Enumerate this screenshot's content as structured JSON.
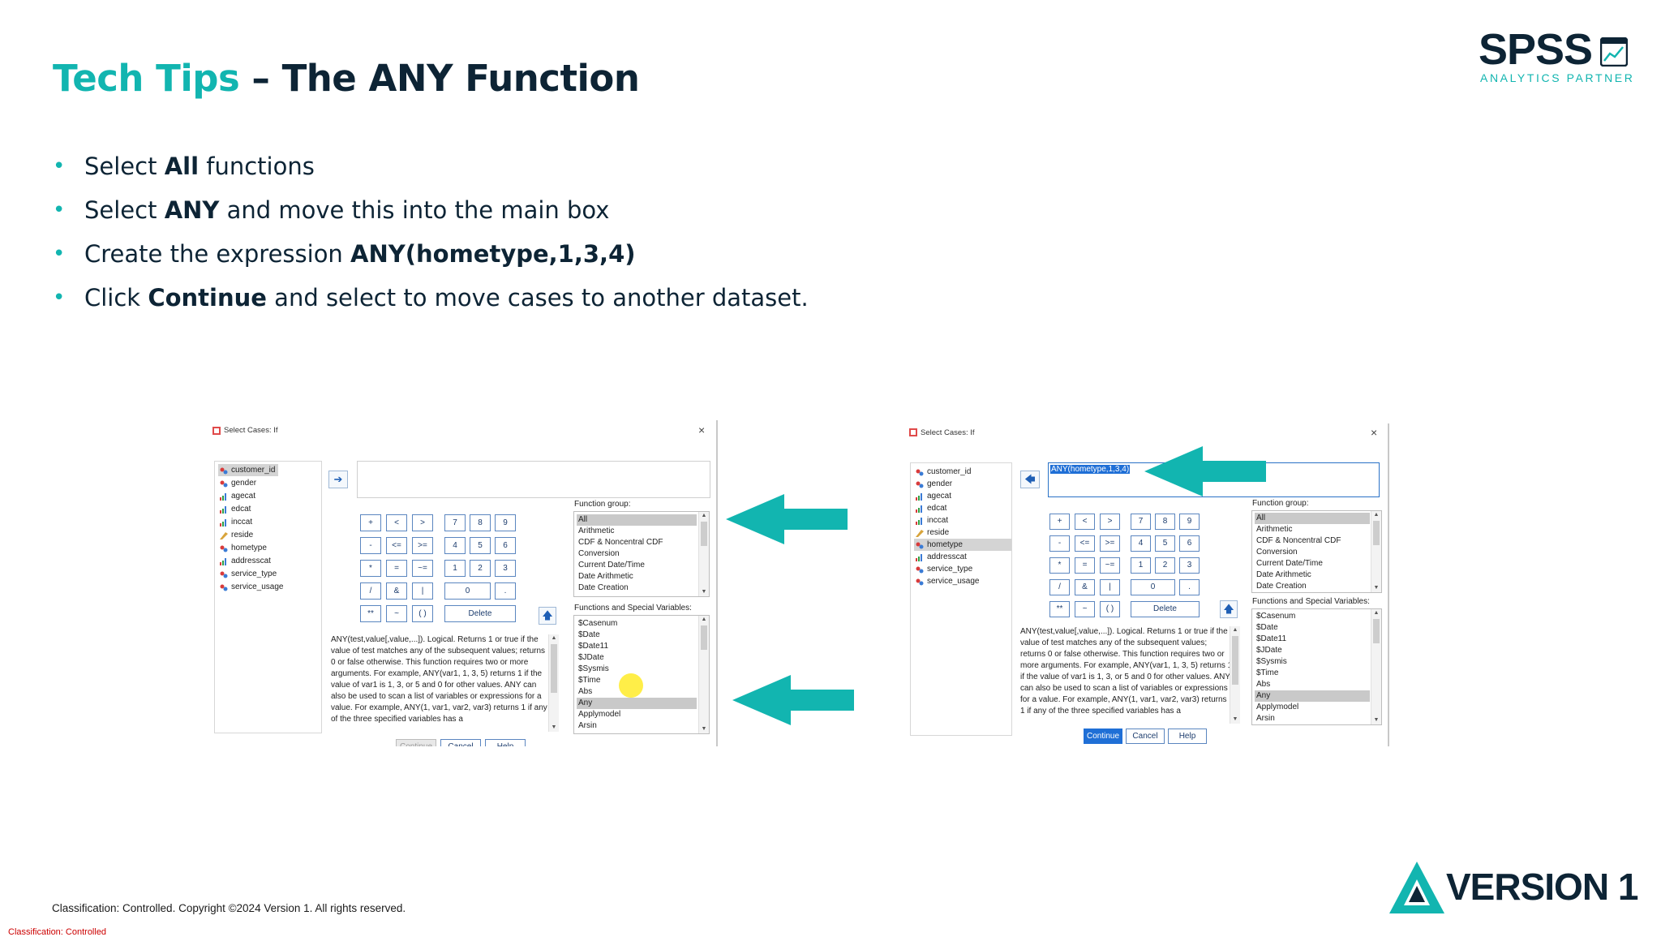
{
  "slide": {
    "title_accent": "Tech Tips",
    "title_rest": " – The ANY Function",
    "bullets": [
      {
        "pre": "Select ",
        "bold": "All",
        "post": " functions"
      },
      {
        "pre": "Select ",
        "bold": "ANY",
        "post": " and move this into the main box"
      },
      {
        "pre": "Create the expression ",
        "bold": "ANY(hometype,1,3,4)",
        "post": ""
      },
      {
        "pre": "Click ",
        "bold": "Continue",
        "post": " and select to move cases to another dataset."
      }
    ],
    "footer_copyright": "Classification: Controlled. Copyright ©2024 Version 1. All rights reserved.",
    "footer_classification": "Classification: Controlled",
    "colors": {
      "accent": "#12b5b0",
      "navy": "#0d2435",
      "classification_red": "#cc0000"
    }
  },
  "logos": {
    "spss": {
      "word": "SPSS",
      "sub": "ANALYTICS PARTNER"
    },
    "version1": {
      "word": "VERSION 1"
    }
  },
  "dialog_common": {
    "title": "Select Cases: If",
    "close": "×",
    "variables": [
      "customer_id",
      "gender",
      "agecat",
      "edcat",
      "inccat",
      "reside",
      "hometype",
      "addresscat",
      "service_type",
      "service_usage"
    ],
    "variable_icons": [
      "nominal-icon",
      "nominal-icon",
      "ordinal-icon",
      "ordinal-icon",
      "ordinal-icon",
      "scale-icon",
      "nominal-icon",
      "ordinal-icon",
      "nominal-icon",
      "nominal-icon"
    ],
    "keypad": {
      "row1": [
        "+",
        "<",
        ">",
        "7",
        "8",
        "9"
      ],
      "row2": [
        "-",
        "<=",
        ">=",
        "4",
        "5",
        "6"
      ],
      "row3": [
        "*",
        "=",
        "~=",
        "1",
        "2",
        "3"
      ],
      "row4": [
        "/",
        "&",
        "|",
        "0",
        "."
      ],
      "row5": [
        "**",
        "~",
        "( )",
        "Delete"
      ]
    },
    "function_group_label": "Function group:",
    "function_groups": [
      "All",
      "Arithmetic",
      "CDF & Noncentral CDF",
      "Conversion",
      "Current Date/Time",
      "Date Arithmetic",
      "Date Creation"
    ],
    "functions_label": "Functions and Special Variables:",
    "functions": [
      "$Casenum",
      "$Date",
      "$Date11",
      "$JDate",
      "$Sysmis",
      "$Time",
      "Abs",
      "Any",
      "Applymodel",
      "Arsin"
    ],
    "description": "ANY(test,value[,value,...]). Logical. Returns 1 or true if the value of test matches any of the subsequent values; returns 0 or false otherwise. This function requires two or more arguments. For example, ANY(var1, 1, 3, 5) returns 1 if the value of var1 is 1, 3, or 5 and 0 for other values. ANY can also be used to scan a list of variables or expressions for a value. For example, ANY(1, var1, var2, var3) returns 1 if any of the three specified variables has a",
    "buttons": {
      "continue": "Continue",
      "cancel": "Cancel",
      "help": "Help"
    }
  },
  "dialog_left": {
    "expression": "",
    "selected_variable": "customer_id",
    "selected_group": "All",
    "selected_function": "Any"
  },
  "dialog_right": {
    "expression": "ANY(hometype,1,3,4)",
    "selected_variable": "hometype",
    "selected_group": "All",
    "selected_function": "Any"
  }
}
